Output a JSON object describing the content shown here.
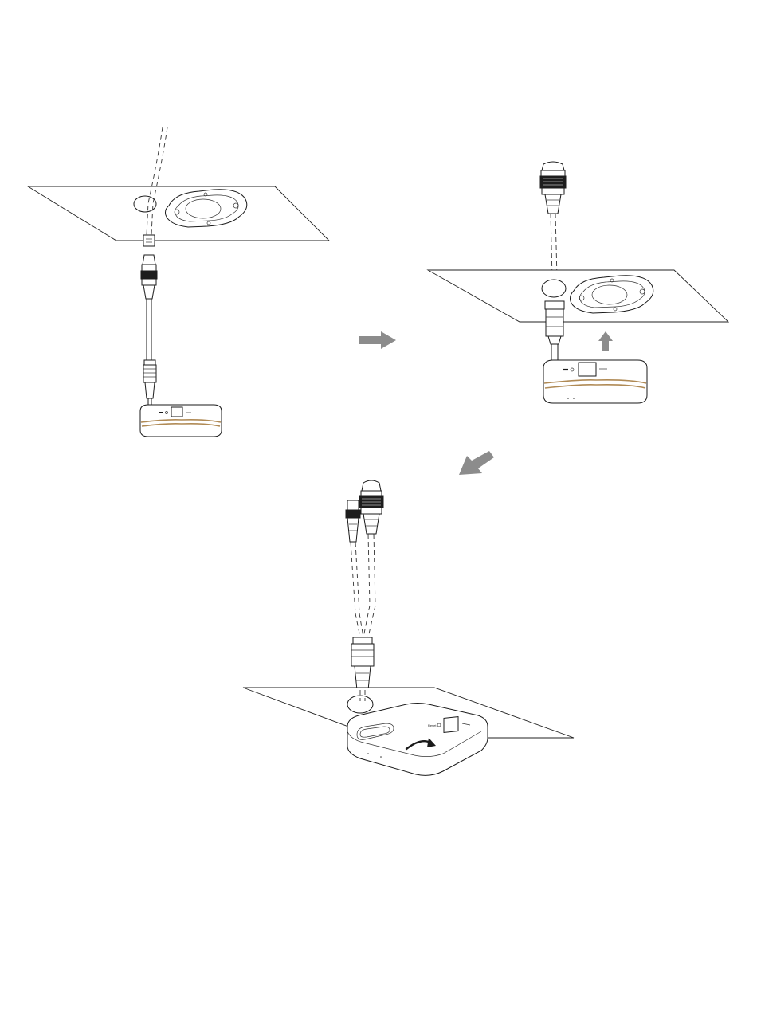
{
  "diagram": {
    "steps": [
      {
        "id": "step-1"
      },
      {
        "id": "step-2"
      },
      {
        "id": "step-3"
      }
    ],
    "device": {
      "reset_label": "Reset"
    },
    "arrows": {
      "color": "#8c8c8c"
    }
  }
}
